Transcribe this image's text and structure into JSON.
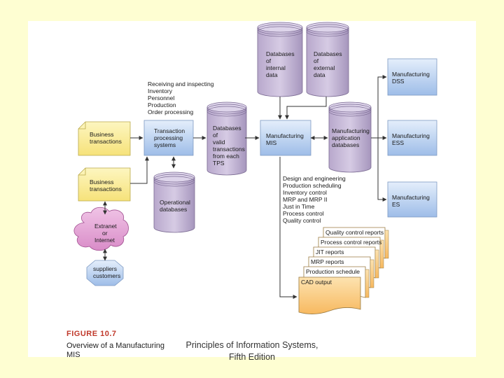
{
  "cylinders": {
    "internal": [
      "Databases",
      "of",
      "internal",
      "data"
    ],
    "external": [
      "Databases",
      "of",
      "external",
      "data"
    ],
    "valid_tps": [
      "Databases",
      "of",
      "valid",
      "transactions",
      "from each",
      "TPS"
    ],
    "app_db": [
      "Manufacturing",
      "application",
      "databases"
    ],
    "operational": [
      "Operational",
      "databases"
    ]
  },
  "boxes": {
    "tps": [
      "Transaction",
      "processing",
      "systems"
    ],
    "mis": [
      "Manufacturing",
      "MIS"
    ],
    "dss": [
      "Manufacturing",
      "DSS"
    ],
    "ess": [
      "Manufacturing",
      "ESS"
    ],
    "es": [
      "Manufacturing",
      "ES"
    ]
  },
  "notes": {
    "bt1": [
      "Business",
      "transactions"
    ],
    "bt2": [
      "Business",
      "transactions"
    ]
  },
  "cloud": [
    "Extranet",
    "or",
    "Internet"
  ],
  "octagon": [
    "suppliers",
    "customers"
  ],
  "tps_inputs": [
    "Receiving and inspecting",
    "Inventory",
    "Personnel",
    "Production",
    "Order processing"
  ],
  "mis_outputs": [
    "Design and engineering",
    "Production scheduling",
    "Inventory control",
    "MRP and MRP II",
    "Just in Time",
    "Process control",
    "Quality control"
  ],
  "reports": [
    "Quality control reports",
    "Process control reports",
    "JIT reports",
    "MRP reports",
    "Production schedule",
    "CAD output"
  ],
  "figure": {
    "label": "FIGURE 10.7",
    "caption": [
      "Overview of a Manufacturing",
      "MIS"
    ]
  },
  "footer": [
    "Principles of Information Systems,",
    "Fifth Edition"
  ],
  "colors": {
    "background": "#fefed2",
    "panel": "#ffffff",
    "box_blue": "#bcd3f2",
    "cylinder": "#c6b8d8",
    "note_yellow": "#fbf0a0",
    "cloud": "#e6a8d8",
    "report_orange": "#fbd28a"
  }
}
